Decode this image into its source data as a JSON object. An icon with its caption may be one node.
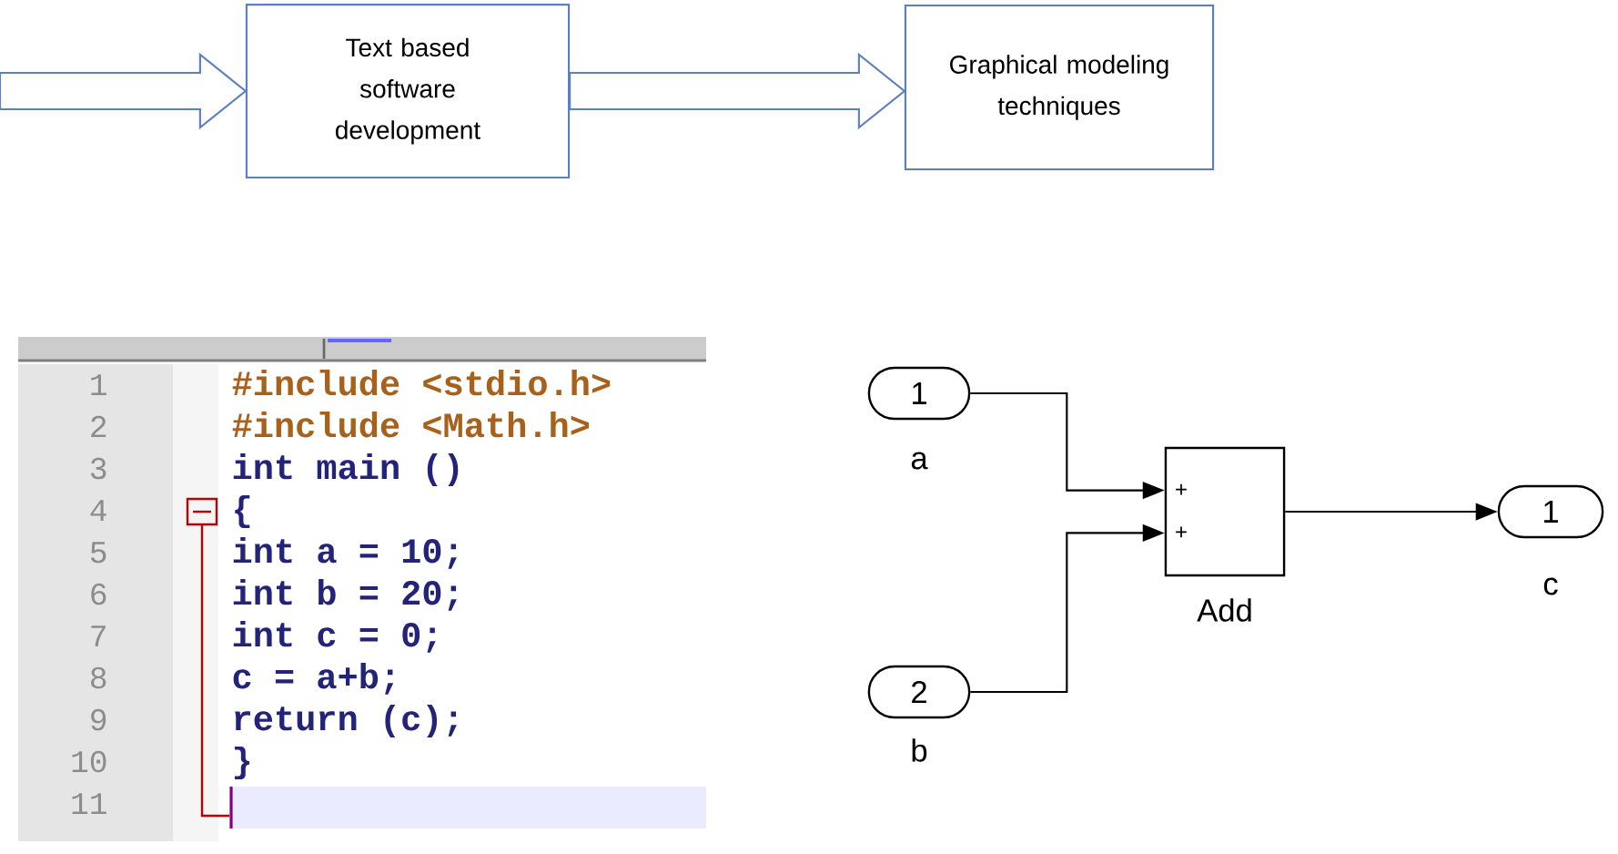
{
  "diagram": {
    "nodes": [
      {
        "text": [
          "Text based software development"
        ]
      },
      {
        "text": [
          "Graphical modeling techniques"
        ]
      },
      {
        "text": [
          "1"
        ],
        "beside": [
          "a"
        ]
      },
      {
        "text": [
          "2"
        ],
        "beside": [
          "b"
        ]
      },
      {
        "text": [
          "+",
          "+"
        ],
        "beside": [
          "Add"
        ]
      },
      {
        "text": [
          "1"
        ],
        "beside": [
          "c"
        ]
      }
    ],
    "edges": [
      {
        "from": null,
        "to": 0,
        "arrow": "to",
        "style": "thick"
      },
      {
        "from": 0,
        "to": 1,
        "arrow": "to",
        "style": "thick"
      },
      {
        "from": 2,
        "to": 4,
        "arrow": "to"
      },
      {
        "from": 3,
        "to": 4,
        "arrow": "to"
      },
      {
        "from": 4,
        "to": 5,
        "arrow": "to"
      }
    ],
    "labels": [
      "1",
      "#include <stdio.h>",
      "2",
      "#include <Math.h>",
      "3",
      "int main ()",
      "4",
      "{",
      "5",
      "int a = 10;",
      "6",
      "int b = 20;",
      "7",
      "int c = 0;",
      "8",
      "c = a+b;",
      "9",
      "return (c);",
      "10",
      "}",
      "11"
    ]
  }
}
